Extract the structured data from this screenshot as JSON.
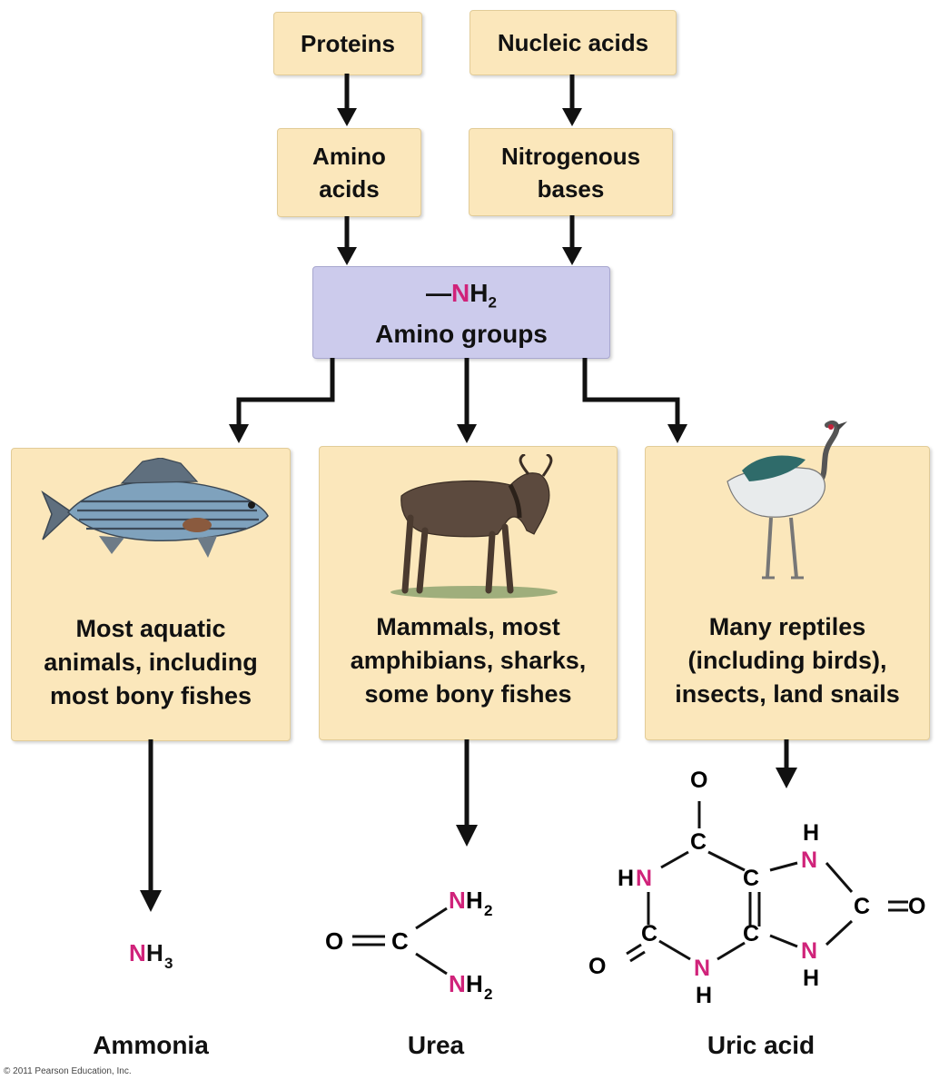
{
  "sources": {
    "proteins": "Proteins",
    "nucleic_acids": "Nucleic acids",
    "amino_acids_line1": "Amino",
    "amino_acids_line2": "acids",
    "bases_line1": "Nitrogenous",
    "bases_line2": "bases"
  },
  "amino_groups": {
    "dash": "—",
    "n": "N",
    "h": "H",
    "sub": "2",
    "label": "Amino groups"
  },
  "groups": [
    {
      "desc": "Most aquatic\nanimals, including\nmost bony fishes",
      "product": "Ammonia",
      "icon": "fish-icon"
    },
    {
      "desc": "Mammals, most\namphibians, sharks,\nsome bony fishes",
      "product": "Urea",
      "icon": "wildebeest-icon"
    },
    {
      "desc": "Many reptiles\n(including birds),\ninsects, land snails",
      "product": "Uric acid",
      "icon": "crane-bird-icon"
    }
  ],
  "chem": {
    "n": "N",
    "h": "H",
    "nh_hn": "H",
    "o": "O",
    "c": "C",
    "sub2": "2",
    "sub3": "3"
  },
  "copyright": "© 2011 Pearson Education, Inc.",
  "colors": {
    "box": "#fbe7bb",
    "amino_box": "#cccbec",
    "nitrogen": "#d0237a"
  }
}
